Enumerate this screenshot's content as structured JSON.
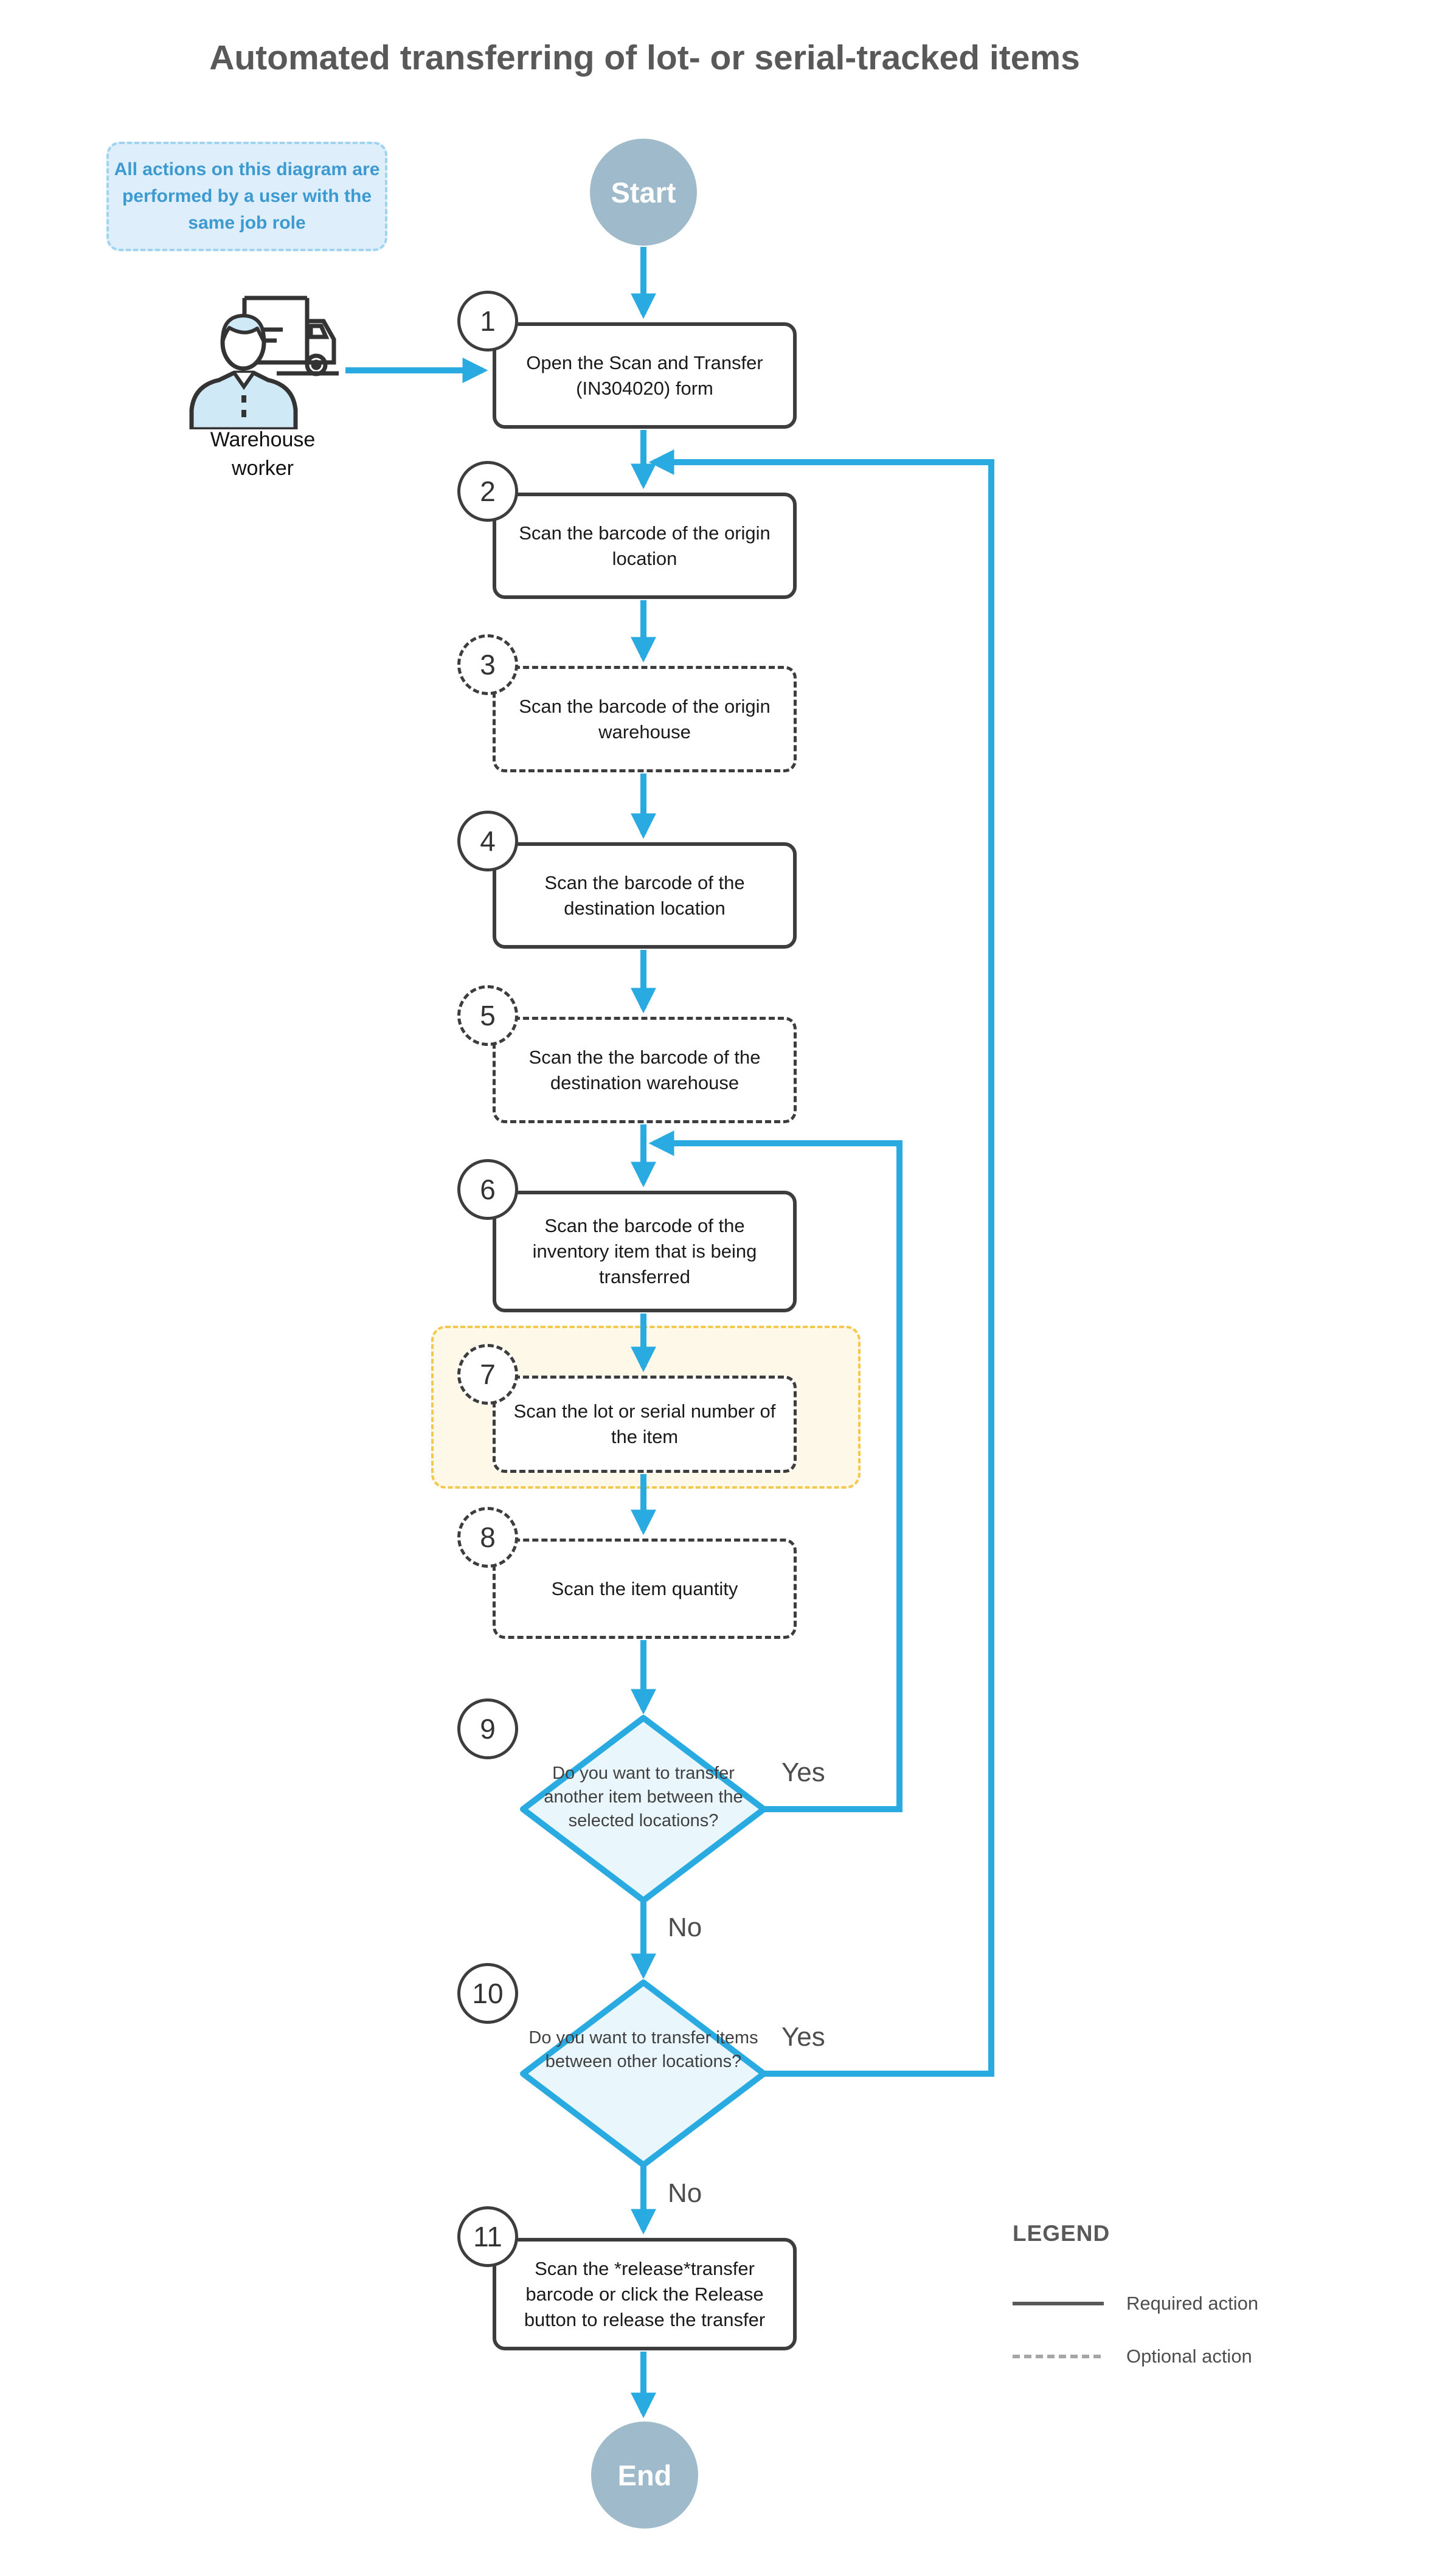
{
  "title": "Automated transferring of lot- or serial-tracked items",
  "note": "All actions on this diagram are performed by a user with the same job role",
  "actor": {
    "label": "Warehouse worker",
    "icon": "warehouse-worker-with-truck-icon"
  },
  "terminals": {
    "start": "Start",
    "end": "End"
  },
  "steps": [
    {
      "num": "1",
      "text": "Open the Scan and Transfer (IN304020) form",
      "optional": false
    },
    {
      "num": "2",
      "text": "Scan the barcode of the origin location",
      "optional": false
    },
    {
      "num": "3",
      "text": "Scan the barcode of the origin warehouse",
      "optional": true
    },
    {
      "num": "4",
      "text": "Scan the barcode of the destination location",
      "optional": false
    },
    {
      "num": "5",
      "text": "Scan the the barcode of the destination warehouse",
      "optional": true
    },
    {
      "num": "6",
      "text": "Scan the barcode of the inventory item that is being transferred",
      "optional": false
    },
    {
      "num": "7",
      "text": "Scan the lot or serial number of the item",
      "optional": true,
      "highlighted": true
    },
    {
      "num": "8",
      "text": "Scan the item quantity",
      "optional": true
    },
    {
      "num": "11",
      "text": "Scan the *release*transfer barcode or click the Release button to release the transfer",
      "optional": false
    }
  ],
  "decisions": [
    {
      "num": "9",
      "text": "Do you want to transfer another item between the selected locations?",
      "yes_label": "Yes",
      "no_label": "No"
    },
    {
      "num": "10",
      "text": "Do you want to transfer items between other locations?",
      "yes_label": "Yes",
      "no_label": "No"
    }
  ],
  "legend": {
    "heading": "LEGEND",
    "items": [
      {
        "style": "solid",
        "label": "Required action"
      },
      {
        "style": "dashed",
        "label": "Optional action"
      }
    ]
  },
  "colors": {
    "accent_blue": "#29abe2",
    "diamond_fill": "#e9f7fd",
    "terminal_fill": "#9fbacb",
    "note_fill": "#deeefa",
    "note_border": "#9fd3f0",
    "note_text": "#3d9ad1",
    "highlight_fill": "#fdf8e7",
    "highlight_border": "#f2c94c",
    "box_border": "#3d3d3d",
    "title_text": "#595959",
    "legend_solid": "#595959",
    "legend_dashed": "#a6a6a6"
  }
}
